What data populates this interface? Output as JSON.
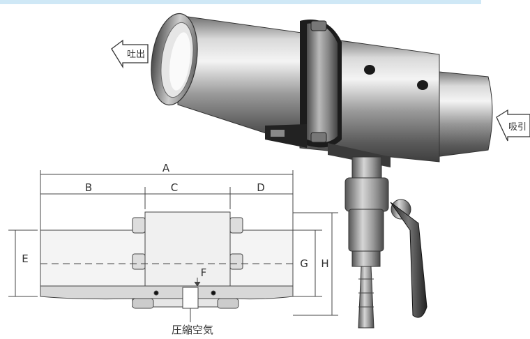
{
  "arrows": {
    "outlet_label": "吐出",
    "inlet_label": "吸引"
  },
  "dimensions": {
    "A": "A",
    "B": "B",
    "C": "C",
    "D": "D",
    "E": "E",
    "F": "F",
    "G": "G",
    "H": "H"
  },
  "air_label": "圧縮空気"
}
